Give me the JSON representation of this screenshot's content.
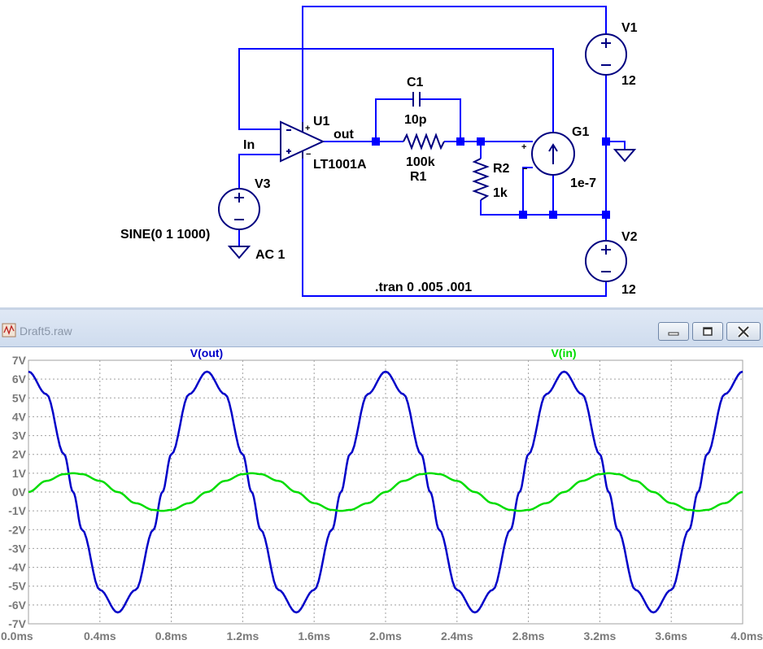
{
  "schematic": {
    "labels": {
      "u1": "U1",
      "u1_model": "LT1001A",
      "out_net": "out",
      "in_net": "In",
      "c1": "C1",
      "c1_value": "10p",
      "r1": "R1",
      "r1_value": "100k",
      "r2": "R2",
      "r2_value": "1k",
      "g1": "G1",
      "g1_value": "1e-7",
      "v1": "V1",
      "v1_value": "12",
      "v2": "V2",
      "v2_value": "12",
      "v3": "V3",
      "v3_value": "SINE(0 1 1000)",
      "v3_ac": "AC 1",
      "directive": ".tran 0 .005 .001"
    },
    "colors": {
      "wire": "#0000ff",
      "component": "#000080",
      "junction": "#0000ff"
    }
  },
  "waveform_window": {
    "title": "Draft5.raw",
    "icon": "waveform-file-icon",
    "buttons": {
      "minimize": "minimize-icon",
      "maximize": "maximize-icon",
      "close": "close-icon"
    }
  },
  "chart_data": {
    "type": "line",
    "x_unit": "ms",
    "y_unit": "V",
    "xlim": [
      0,
      4
    ],
    "ylim": [
      -7,
      7
    ],
    "x_ticks": [
      "0.0ms",
      "0.4ms",
      "0.8ms",
      "1.2ms",
      "1.6ms",
      "2.0ms",
      "2.4ms",
      "2.8ms",
      "3.2ms",
      "3.6ms",
      "4.0ms"
    ],
    "y_ticks": [
      "7V",
      "6V",
      "5V",
      "4V",
      "3V",
      "2V",
      "1V",
      "0V",
      "-1V",
      "-2V",
      "-3V",
      "-4V",
      "-5V",
      "-6V",
      "-7V"
    ],
    "grid": true,
    "series": [
      {
        "name": "V(out)",
        "color": "#0000c8",
        "x": [
          0,
          0.1,
          0.2,
          0.25,
          0.3,
          0.4,
          0.5,
          0.6,
          0.7,
          0.75,
          0.8,
          0.9,
          1.0,
          1.1,
          1.2,
          1.25,
          1.3,
          1.4,
          1.5,
          1.6,
          1.7,
          1.75,
          1.8,
          1.9,
          2.0,
          2.1,
          2.2,
          2.25,
          2.3,
          2.4,
          2.5,
          2.6,
          2.7,
          2.75,
          2.8,
          2.9,
          3.0,
          3.1,
          3.2,
          3.25,
          3.3,
          3.4,
          3.5,
          3.6,
          3.7,
          3.75,
          3.8,
          3.9,
          4.0
        ],
        "y": [
          6.4,
          5.2,
          2.0,
          0.0,
          -2.0,
          -5.2,
          -6.4,
          -5.2,
          -2.0,
          0.0,
          2.0,
          5.2,
          6.4,
          5.2,
          2.0,
          0.0,
          -2.0,
          -5.2,
          -6.4,
          -5.2,
          -2.0,
          0.0,
          2.0,
          5.2,
          6.4,
          5.2,
          2.0,
          0.0,
          -2.0,
          -5.2,
          -6.4,
          -5.2,
          -2.0,
          0.0,
          2.0,
          5.2,
          6.4,
          5.2,
          2.0,
          0.0,
          -2.0,
          -5.2,
          -6.4,
          -5.2,
          -2.0,
          0.0,
          2.0,
          5.2,
          6.4
        ]
      },
      {
        "name": "V(in)",
        "color": "#00dc00",
        "x": [
          0,
          0.1,
          0.2,
          0.25,
          0.3,
          0.4,
          0.5,
          0.6,
          0.7,
          0.75,
          0.8,
          0.9,
          1.0,
          1.1,
          1.2,
          1.25,
          1.3,
          1.4,
          1.5,
          1.6,
          1.7,
          1.75,
          1.8,
          1.9,
          2.0,
          2.1,
          2.2,
          2.25,
          2.3,
          2.4,
          2.5,
          2.6,
          2.7,
          2.75,
          2.8,
          2.9,
          3.0,
          3.1,
          3.2,
          3.25,
          3.3,
          3.4,
          3.5,
          3.6,
          3.7,
          3.75,
          3.8,
          3.9,
          4.0
        ],
        "y": [
          0,
          0.59,
          0.95,
          1.0,
          0.95,
          0.59,
          0,
          -0.59,
          -0.95,
          -1.0,
          -0.95,
          -0.59,
          0,
          0.59,
          0.95,
          1.0,
          0.95,
          0.59,
          0,
          -0.59,
          -0.95,
          -1.0,
          -0.95,
          -0.59,
          0,
          0.59,
          0.95,
          1.0,
          0.95,
          0.59,
          0,
          -0.59,
          -0.95,
          -1.0,
          -0.95,
          -0.59,
          0,
          0.59,
          0.95,
          1.0,
          0.95,
          0.59,
          0,
          -0.59,
          -0.95,
          -1.0,
          -0.95,
          -0.59,
          0
        ]
      }
    ]
  }
}
